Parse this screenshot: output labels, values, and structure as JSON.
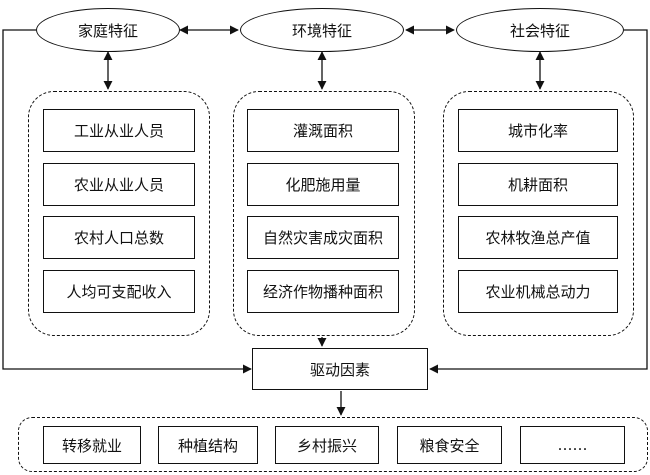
{
  "features": {
    "family": "家庭特征",
    "environment": "环境特征",
    "social": "社会特征"
  },
  "groups": {
    "family": [
      "工业从业人员",
      "农业从业人员",
      "农村人口总数",
      "人均可支配收入"
    ],
    "environment": [
      "灌溉面积",
      "化肥施用量",
      "自然灾害成灾面积",
      "经济作物播种面积"
    ],
    "social": [
      "城市化率",
      "机耕面积",
      "农林牧渔总产值",
      "农业机械总动力"
    ]
  },
  "driver": "驱动因素",
  "outcomes": [
    "转移就业",
    "种植结构",
    "乡村振兴",
    "粮食安全",
    "……"
  ]
}
